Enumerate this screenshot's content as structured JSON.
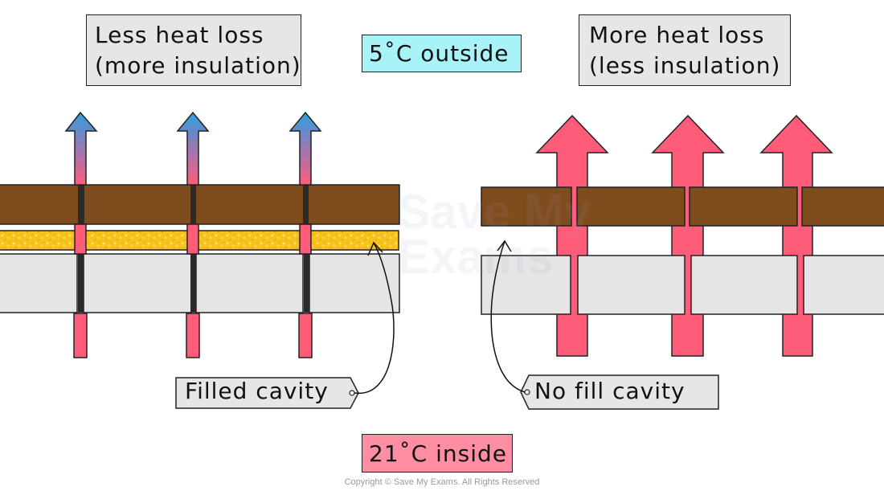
{
  "labels": {
    "left_title_line1": "Less heat loss",
    "left_title_line2": "(more insulation)",
    "right_title_line1": "More heat loss",
    "right_title_line2": "(less insulation)",
    "outside_temp": "5˚C outside",
    "inside_temp": "21˚C inside",
    "filled_cavity": "Filled cavity",
    "no_fill_cavity": "No fill cavity"
  },
  "watermark": {
    "line1": "Save My",
    "line2": "Exams"
  },
  "copyright": "Copyright © Save My Exams. All Rights Reserved",
  "colors": {
    "brick_outer": "#7f4c1e",
    "foam_insulation": "#f7c21b",
    "block_inner": "#e5e5e5",
    "heat_arrow": "#ff5c7a",
    "cool_arrow_tip": "#3a9bd8",
    "outside_box": "#a8f3f8",
    "inside_box": "#ff8ea3",
    "label_box": "#e6e6e6"
  }
}
